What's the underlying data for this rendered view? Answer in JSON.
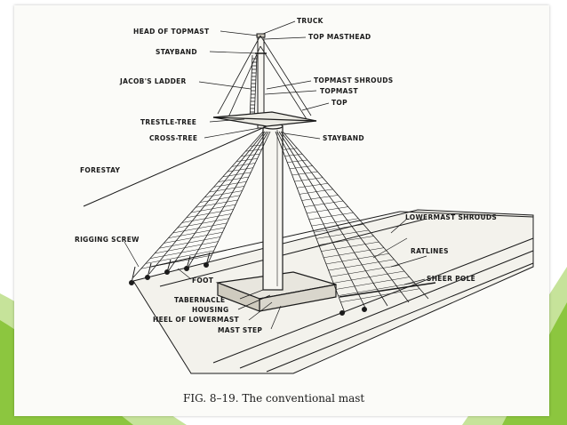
{
  "colors": {
    "slide_background": "#ffffff",
    "accent_green": "#8cc63f",
    "accent_green_light": "#c6e39a",
    "ink": "#1b1b1b",
    "paper": "#fbfbf8"
  },
  "labels": {
    "truck": "TRUCK",
    "head_of_topmast": "HEAD OF TOPMAST",
    "top_masthead": "TOP MASTHEAD",
    "stayband_top": "STAYBAND",
    "jacobs_ladder": "JACOB'S LADDER",
    "topmast_shrouds": "TOPMAST SHROUDS",
    "topmast": "TOPMAST",
    "top": "TOP",
    "trestle_tree": "TRESTLE-TREE",
    "cross_tree": "CROSS-TREE",
    "stayband_lower": "STAYBAND",
    "forestay": "FORESTAY",
    "lowermast_shrouds": "LOWERMAST SHROUDS",
    "ratlines": "RATLINES",
    "rigging_screw": "RIGGING SCREW",
    "foot": "FOOT",
    "sheer_pole": "SHEER POLE",
    "tabernacle": "TABERNACLE",
    "housing": "HOUSING",
    "heel_of_lowermast": "HEEL OF LOWERMAST",
    "mast_step": "MAST STEP"
  },
  "caption": "FIG. 8–19. The conventional mast"
}
